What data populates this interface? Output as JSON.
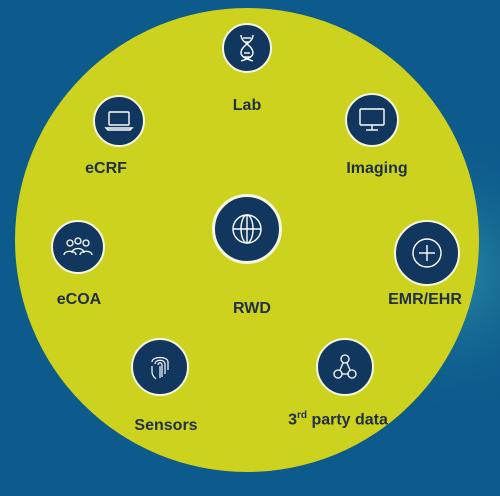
{
  "nodes": {
    "lab": {
      "label": "Lab",
      "icon": "dna-icon"
    },
    "ecrf": {
      "label": "eCRF",
      "icon": "laptop-icon"
    },
    "imaging": {
      "label": "Imaging",
      "icon": "monitor-icon"
    },
    "ecoa": {
      "label": "eCOA",
      "icon": "people-group-icon"
    },
    "rwd": {
      "label": "RWD",
      "icon": "globe-icon"
    },
    "emr": {
      "label": "EMR/EHR",
      "icon": "medical-plus-icon"
    },
    "sensors": {
      "label": "Sensors",
      "icon": "fingerprint-icon"
    },
    "third_party": {
      "label_prefix": "3",
      "label_sup": "rd",
      "label_suffix": " party data",
      "icon": "network-people-icon"
    }
  },
  "colors": {
    "background": "#0d5a8c",
    "disc": "#cdd21e",
    "badge": "#12375f",
    "badge_border": "#f4f6e0",
    "label": "#1f2f45"
  }
}
